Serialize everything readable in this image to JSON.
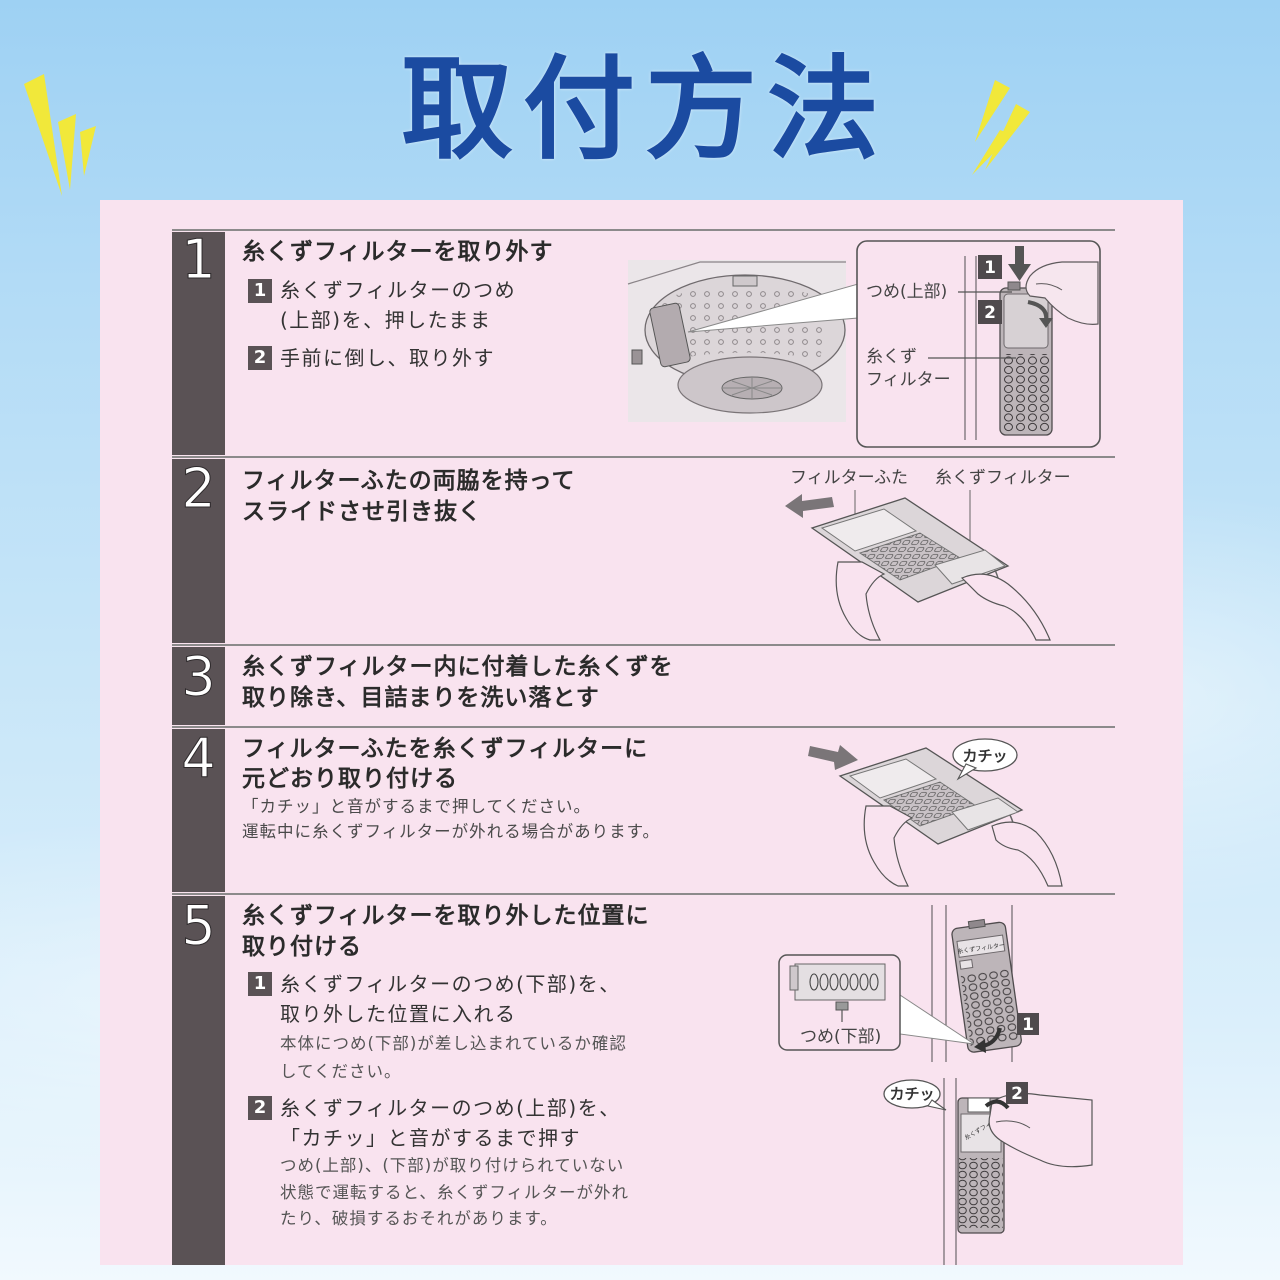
{
  "page_title": "取付方法",
  "colors": {
    "title": "#1b4ba1",
    "panel": "#f9e3ef",
    "bar": "#5a5255",
    "spark": "#f1e83a"
  },
  "steps": [
    {
      "number": "1",
      "title": [
        "糸くずフィルターを取り外す"
      ],
      "substeps": [
        {
          "badge": "1",
          "lines": [
            "糸くずフィルターのつめ",
            "(上部)を、押したまま"
          ]
        },
        {
          "badge": "2",
          "lines": [
            "手前に倒し、取り外す"
          ]
        }
      ],
      "figure": {
        "claw_label": "つめ(上部)",
        "filter_label": [
          "糸くず",
          "フィルター"
        ],
        "badges": [
          "1",
          "2"
        ]
      }
    },
    {
      "number": "2",
      "title": [
        "フィルターふたの両脇を持って",
        "スライドさせ引き抜く"
      ],
      "figure": {
        "labels": [
          "フィルターふた",
          "糸くずフィルター"
        ]
      }
    },
    {
      "number": "3",
      "title": [
        "糸くずフィルター内に付着した糸くずを",
        "取り除き、目詰まりを洗い落とす"
      ]
    },
    {
      "number": "4",
      "title": [
        "フィルターふたを糸くずフィルターに",
        "元どおり取り付ける"
      ],
      "notes": [
        "「カチッ」と音がするまで押してください。",
        "運転中に糸くずフィルターが外れる場合があります。"
      ],
      "figure": {
        "sound": "カチッ"
      }
    },
    {
      "number": "5",
      "title": [
        "糸くずフィルターを取り外した位置に",
        "取り付ける"
      ],
      "substeps": [
        {
          "badge": "1",
          "lines": [
            "糸くずフィルターのつめ(下部)を、",
            "取り外した位置に入れる"
          ],
          "notes": [
            "本体につめ(下部)が差し込まれているか確認",
            "してください。"
          ]
        },
        {
          "badge": "2",
          "lines": [
            "糸くずフィルターのつめ(上部)を、",
            "「カチッ」と音がするまで押す"
          ],
          "notes": [
            "つめ(上部)、(下部)が取り付けられていない",
            "状態で運転すると、糸くずフィルターが外れ",
            "たり、破損するおそれがあります。"
          ]
        }
      ],
      "figure": {
        "claw_label": "つめ(下部)",
        "badges": [
          "1",
          "2"
        ],
        "sound": "カチッ",
        "filter_print": "糸くずフィルター"
      }
    }
  ]
}
